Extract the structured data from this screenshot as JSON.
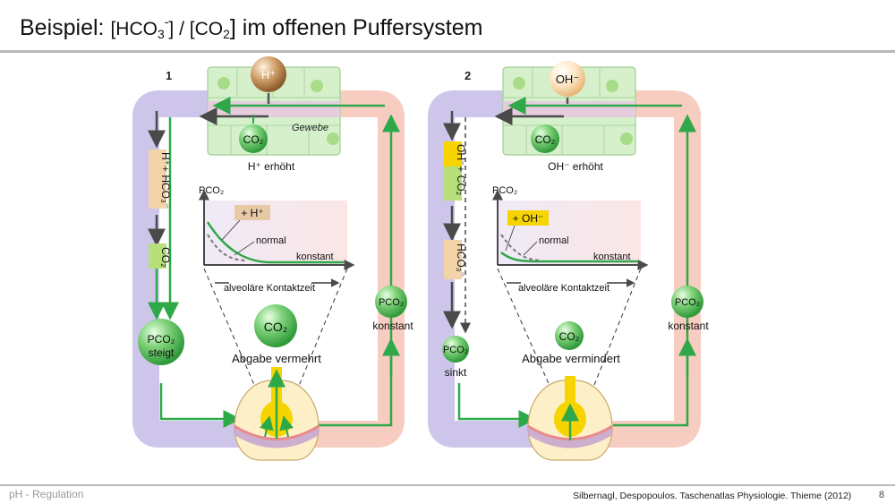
{
  "title": {
    "lead": "Beispiel:",
    "formula_open": "[HCO",
    "formula_sub": "3",
    "formula_sup": "-",
    "formula_mid": "] / [CO",
    "formula_sub2": "2",
    "formula_end": "] im offenen Puffersystem"
  },
  "footer": {
    "left": "pH - Regulation",
    "source": "Silbernagl, Despopoulos. Taschenatlas Physiologie. Thieme (2012)",
    "page": "8"
  },
  "panels": [
    {
      "number": "1",
      "ion": "H⁺",
      "ion_status": "H⁺ erhöht",
      "tissue_label": "Gewebe",
      "co2_label": "CO₂",
      "vertical_labels": [
        "H⁺+ HCO₃⁻",
        "CO₂"
      ],
      "plot": {
        "ylabel": "PCO₂",
        "xlabel": "alveoläre Kontaktzeit",
        "tag": "+ H⁺",
        "normal_label": "normal",
        "konstant_label": "konstant"
      },
      "left_bubble": {
        "top": "PCO₂",
        "bottom": "steigt"
      },
      "right_bubble": {
        "top": "PCO₂",
        "bottom": "konstant"
      },
      "center_co2": "CO₂",
      "center_label": "Abgabe vermehrt"
    },
    {
      "number": "2",
      "ion": "OH⁻",
      "ion_status": "OH⁻ erhöht",
      "co2_label": "CO₂",
      "vertical_labels": [
        "OH⁻+ CO₂",
        "HCO₃⁻"
      ],
      "plot": {
        "ylabel": "PCO₂",
        "xlabel": "alveoläre Kontaktzeit",
        "tag": "+ OH⁻",
        "normal_label": "normal",
        "konstant_label": "konstant"
      },
      "left_bubble": {
        "top": "PCO₂",
        "bottom": "sinkt"
      },
      "right_bubble": {
        "top": "PCO₂",
        "bottom": "konstant"
      },
      "center_co2": "CO₂",
      "center_label": "Abgabe vermindert"
    }
  ],
  "colors": {
    "venous": "#cdc6ea",
    "arterial": "#f6cdc0",
    "tissue": "#d6f0cc",
    "arrow_green": "#2fa84a",
    "arrow_gray": "#555555",
    "tag_panel1": "#e8c9a6",
    "tag_panel2": "#f5d400"
  }
}
